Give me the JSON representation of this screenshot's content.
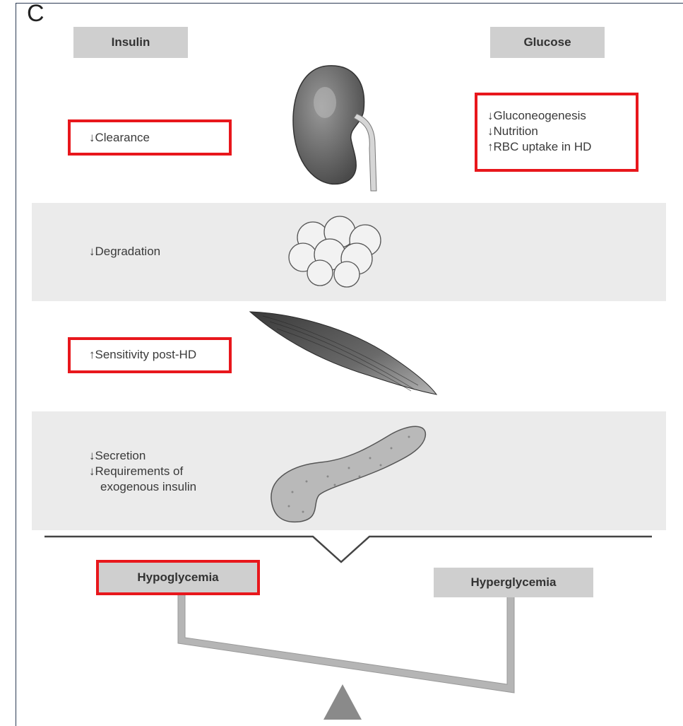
{
  "panel": {
    "letter": "C",
    "insulin_header": "Insulin",
    "glucose_header": "Glucose"
  },
  "rows": {
    "kidney": {
      "organ_icon": "kidney-icon",
      "insulin_text": "↓Clearance",
      "glucose_lines": [
        "↓Gluconeogenesis",
        "↓Nutrition",
        "↑RBC uptake in HD"
      ]
    },
    "liver": {
      "organ_icon": "fat-cells-icon",
      "insulin_text": "↓Degradation"
    },
    "muscle": {
      "organ_icon": "muscle-icon",
      "insulin_text": "↑Sensitivity post-HD"
    },
    "pancreas": {
      "organ_icon": "pancreas-icon",
      "insulin_lines": [
        "↓Secretion",
        "↓Requirements of",
        "  exogenous insulin"
      ]
    }
  },
  "balance": {
    "left_label": "Hypoglycemia",
    "right_label": "Hyperglycemia",
    "icon": "seesaw-icon"
  },
  "colors": {
    "highlight": "#e8171c",
    "band": "#ebebeb",
    "header_box": "#cfcfcf",
    "frame": "#2b3a52"
  }
}
